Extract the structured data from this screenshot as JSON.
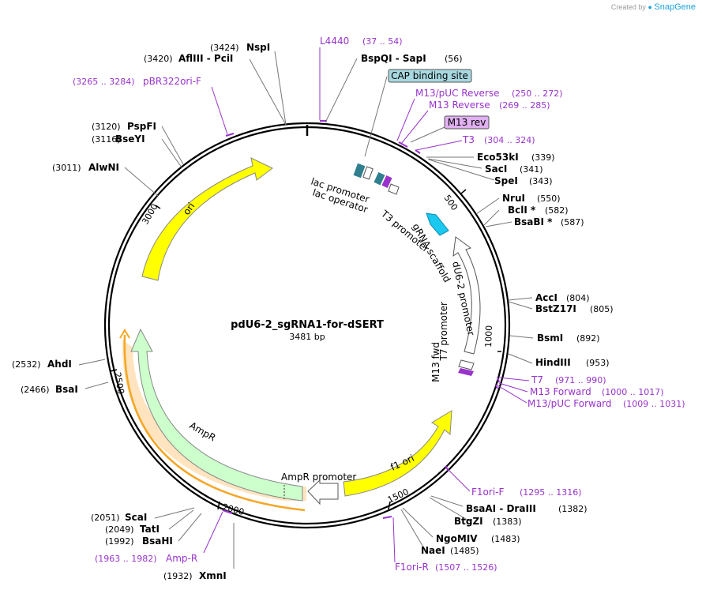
{
  "credit": {
    "text": "Created by",
    "brand": "SnapGene"
  },
  "plasmid": {
    "name": "pdU6-2_sgRNA1-for-dSERT",
    "length_label": "3481 bp"
  },
  "ticks": [
    {
      "label": "500"
    },
    {
      "label": "1000"
    },
    {
      "label": "1500"
    },
    {
      "label": "2000"
    },
    {
      "label": "2500"
    },
    {
      "label": "3000"
    }
  ],
  "sites": [
    {
      "pos": "(3424)",
      "name": "NspI"
    },
    {
      "pos": "(3420)",
      "name": "AflIII - PciI"
    },
    {
      "name": "BspQI - SapI",
      "pos": "(56)"
    },
    {
      "pos": "(3120)",
      "name": "PspFI"
    },
    {
      "pos": "(3116)",
      "name": "BseYI"
    },
    {
      "pos": "(3011)",
      "name": "AlwNI"
    },
    {
      "name": "Eco53kI",
      "pos": "(339)"
    },
    {
      "name": "SacI",
      "pos": "(341)"
    },
    {
      "name": "SpeI",
      "pos": "(343)"
    },
    {
      "name": "NruI",
      "pos": "(550)"
    },
    {
      "name": "BclI *",
      "pos": "(582)"
    },
    {
      "name": "BsaBI *",
      "pos": "(587)"
    },
    {
      "name": "AccI",
      "pos": "(804)"
    },
    {
      "name": "BstZ17I",
      "pos": "(805)"
    },
    {
      "name": "BsmI",
      "pos": "(892)"
    },
    {
      "name": "HindIII",
      "pos": "(953)"
    },
    {
      "pos": "(2532)",
      "name": "AhdI"
    },
    {
      "pos": "(2466)",
      "name": "BsaI"
    },
    {
      "name": "BsaAI - DraIII",
      "pos": "(1382)"
    },
    {
      "name": "BtgZI",
      "pos": "(1383)"
    },
    {
      "name": "NgoMIV",
      "pos": "(1483)"
    },
    {
      "name": "NaeI",
      "pos": "(1485)"
    },
    {
      "pos": "(2051)",
      "name": "ScaI"
    },
    {
      "pos": "(2049)",
      "name": "TatI"
    },
    {
      "pos": "(1992)",
      "name": "BsaHI"
    },
    {
      "pos": "(1932)",
      "name": "XmnI"
    }
  ],
  "primers": [
    {
      "name": "L4440",
      "pos": "(37 .. 54)"
    },
    {
      "pos": "(3265 .. 3284)",
      "name": "pBR322ori-F"
    },
    {
      "name": "M13/pUC Reverse",
      "pos": "(250 .. 272)"
    },
    {
      "name": "M13 Reverse",
      "pos": "(269 .. 285)"
    },
    {
      "name": "T3",
      "pos": "(304 .. 324)"
    },
    {
      "name": "T7",
      "pos": "(971 .. 990)"
    },
    {
      "name": "M13 Forward",
      "pos": "(1000 .. 1017)"
    },
    {
      "name": "M13/pUC Forward",
      "pos": "(1009 .. 1031)"
    },
    {
      "name": "F1ori-F",
      "pos": "(1295 .. 1316)"
    },
    {
      "name": "F1ori-R",
      "pos": "(1507 .. 1526)"
    },
    {
      "pos": "(1963 .. 1982)",
      "name": "Amp-R"
    }
  ],
  "boxed_labels": [
    {
      "text": "CAP binding site",
      "fill": "#a8d8e0"
    },
    {
      "text": "M13 rev",
      "fill": "#e0b0f0"
    }
  ],
  "features": [
    {
      "text": "lac promoter"
    },
    {
      "text": "lac operator"
    },
    {
      "text": "T3 promoter"
    },
    {
      "text": "gRNA scaffold"
    },
    {
      "text": "dU6-2 promoter"
    },
    {
      "text": "T7 promoter"
    },
    {
      "text": "M13 fwd"
    },
    {
      "text": "ori"
    },
    {
      "text": "AmpR"
    },
    {
      "text": "AmpR promoter"
    },
    {
      "text": "f1 ori"
    }
  ],
  "colors": {
    "ori": "#ffff00",
    "ampr": "#ccffcc",
    "ampr_border": "#f5a623",
    "scaffold": "#1ac8f0",
    "primer": "#9933cc",
    "cap": "#2f7f8f"
  }
}
